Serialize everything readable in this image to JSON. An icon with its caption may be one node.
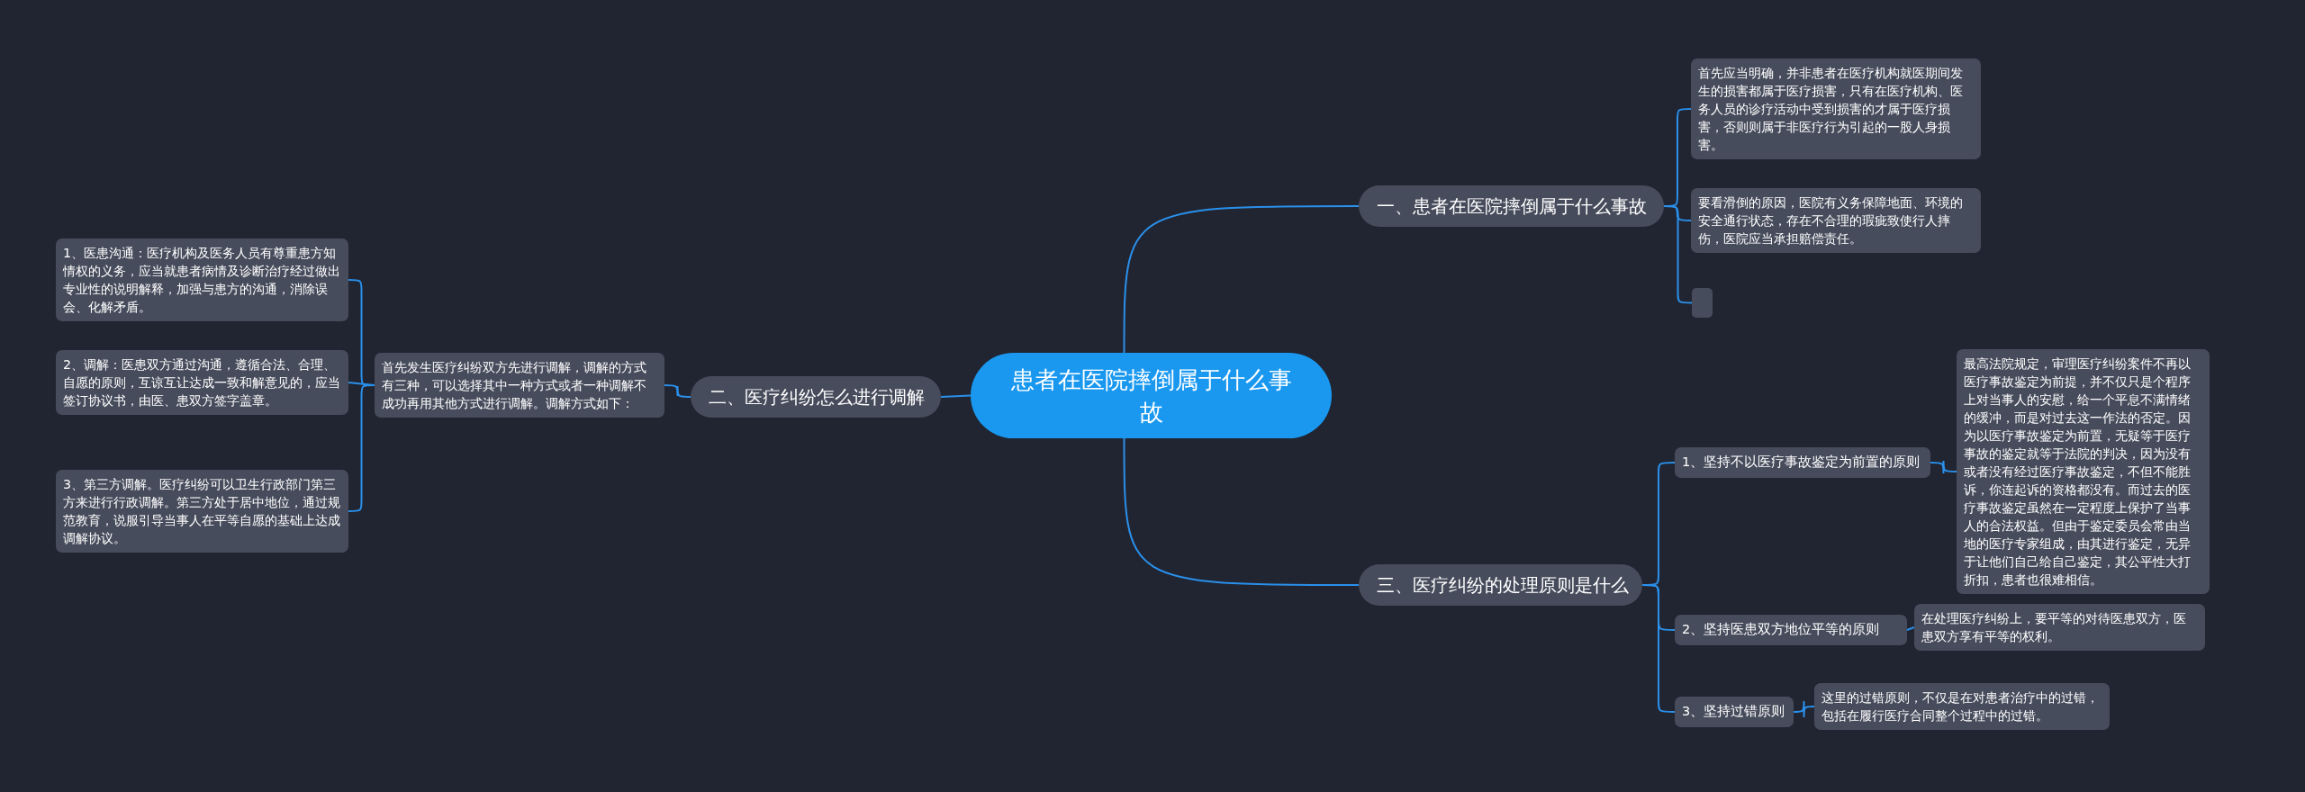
{
  "diagram": {
    "nodes": [
      {
        "text": [
          "患者在医院摔倒属于什么事故"
        ]
      },
      {
        "text": [
          "一、患者在医院摔倒属于什么事故"
        ]
      },
      {
        "text": [
          "首先应当明确，并非患者在医疗机构就医期间发生的损害都属于医疗损害，只有在医疗机构、医务人员的诊疗活动中受到损害的才属于医疗损害，否则则属于非医疗行为引起的一股人身损害。"
        ]
      },
      {
        "text": [
          "要看滑倒的原因，医院有义务保障地面、环境的安全通行状态，存在不合理的瑕疵致使行人摔伤，医院应当承担赔偿责任。"
        ]
      },
      {
        "text": [],
        "shape": "box"
      },
      {
        "text": [
          "二、医疗纠纷怎么进行调解"
        ]
      },
      {
        "text": [
          "首先发生医疗纠纷双方先进行调解，调解的方式有三种，可以选择其中一种方式或者一种调解不成功再用其他方式进行调解。调解方式如下："
        ]
      },
      {
        "text": [
          "1、医患沟通：医疗机构及医务人员有尊重患方知情权的义务，应当就患者病情及诊断治疗经过做出专业性的说明解释，加强与患方的沟通，消除误会、化解矛盾。"
        ]
      },
      {
        "text": [
          "2、调解：医患双方通过沟通，遵循合法、合理、自愿的原则，互谅互让达成一致和解意见的，应当签订协议书，由医、患双方签字盖章。"
        ]
      },
      {
        "text": [
          "3、第三方调解。医疗纠纷可以卫生行政部门第三方来进行行政调解。第三方处于居中地位，通过规范教育，说服引导当事人在平等自愿的基础上达成调解协议。"
        ]
      },
      {
        "text": [
          "三、医疗纠纷的处理原则是什么"
        ]
      },
      {
        "text": [
          "1、坚持不以医疗事故鉴定为前置的原则"
        ]
      },
      {
        "text": [
          "最高法院规定，审理医疗纠纷案件不再以医疗事故鉴定为前提，并不仅只是个程序上对当事人的安慰，给一个平息不满情绪的缓冲，而是对过去这一作法的否定。因为以医疗事故鉴定为前置，无疑等于医疗事故的鉴定就等于法院的判决，因为没有或者没有经过医疗事故鉴定，不但不能胜诉，你连起诉的资格都没有。而过去的医疗事故鉴定虽然在一定程度上保护了当事人的合法权益。但由于鉴定委员会常由当地的医疗专家组成，由其进行鉴定，无异于让他们自己给自己鉴定，其公平性大打折扣，患者也很难相信。"
        ]
      },
      {
        "text": [
          "2、坚持医患双方地位平等的原则"
        ]
      },
      {
        "text": [
          "在处理医疗纠纷上，要平等的对待医患双方，医患双方享有平等的权利。"
        ]
      },
      {
        "text": [
          "3、坚持过错原则"
        ]
      },
      {
        "text": [
          "这里的过错原则，不仅是在对患者治疗中的过错，包括在履行医疗合同整个过程中的过错。"
        ]
      }
    ],
    "edges": [
      {
        "from": 0,
        "to": 1,
        "arrow": "none"
      },
      {
        "from": 1,
        "to": 2,
        "arrow": "none"
      },
      {
        "from": 1,
        "to": 3,
        "arrow": "none"
      },
      {
        "from": 1,
        "to": 4,
        "arrow": "none"
      },
      {
        "from": 0,
        "to": 5,
        "arrow": "none"
      },
      {
        "from": 5,
        "to": 6,
        "arrow": "none"
      },
      {
        "from": 6,
        "to": 7,
        "arrow": "none"
      },
      {
        "from": 6,
        "to": 8,
        "arrow": "none"
      },
      {
        "from": 6,
        "to": 9,
        "arrow": "none"
      },
      {
        "from": 0,
        "to": 10,
        "arrow": "none"
      },
      {
        "from": 10,
        "to": 11,
        "arrow": "none"
      },
      {
        "from": 11,
        "to": 12,
        "arrow": "none"
      },
      {
        "from": 10,
        "to": 13,
        "arrow": "none"
      },
      {
        "from": 13,
        "to": 14,
        "arrow": "none"
      },
      {
        "from": 10,
        "to": 15,
        "arrow": "none"
      },
      {
        "from": 15,
        "to": 16,
        "arrow": "none"
      }
    ]
  }
}
